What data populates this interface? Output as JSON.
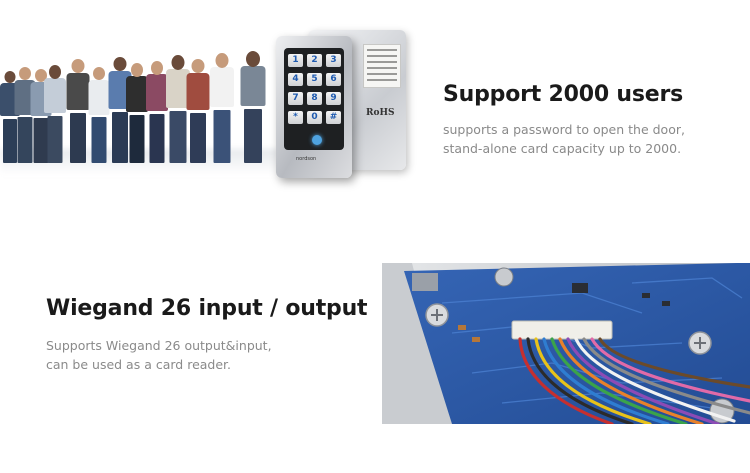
{
  "users_section": {
    "title": "Support 2000 users",
    "description_lines": [
      "supports a password to open the door,",
      "stand-alone card capacity up to 2000."
    ],
    "keypad_keys": [
      "1",
      "2",
      "3",
      "4",
      "5",
      "6",
      "7",
      "8",
      "9",
      "*",
      "0",
      "#"
    ],
    "rohs_label": "RoHS",
    "brand_label": "nordson"
  },
  "wiegand_section": {
    "title": "Wiegand 26 input / output",
    "description_lines": [
      "Supports Wiegand 26 output&input,",
      "can be used as a card reader."
    ]
  },
  "colors": {
    "title_text": "#1a1a1a",
    "body_text": "#8a8a8a",
    "keypad_digits": "#1f5bb0",
    "pcb_board": "#2c5aa8",
    "pcb_trace": "#3f73c2"
  },
  "icons": [
    "queue-people-illustration",
    "keypad-device-illustration",
    "pcb-wiring-photo"
  ]
}
